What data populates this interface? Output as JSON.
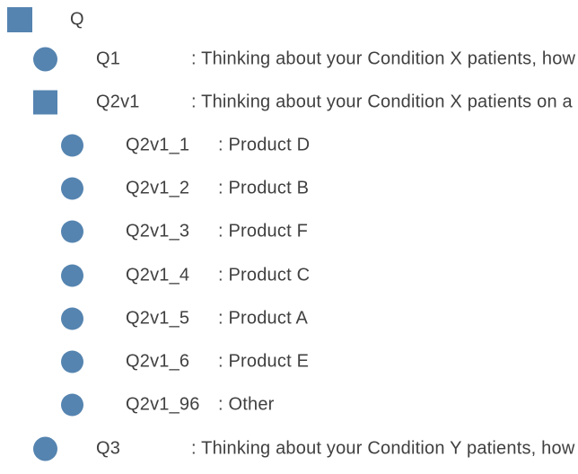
{
  "colors": {
    "icon_blue": "#5584b0",
    "text_gray": "#404040",
    "background": "#ffffff"
  },
  "tree": {
    "items": [
      {
        "name": "Q",
        "label": "Q",
        "description": "",
        "icon": "square",
        "level": 0
      },
      {
        "name": "Q1",
        "label": "Q1",
        "description": ": Thinking about your Condition X patients, how",
        "icon": "circle",
        "level": 1
      },
      {
        "name": "Q2v1",
        "label": "Q2v1",
        "description": ": Thinking about your Condition X patients on a",
        "icon": "square",
        "level": 1
      },
      {
        "name": "Q2v1_1",
        "label": "Q2v1_1",
        "description": ": Product D",
        "icon": "circle",
        "level": 2
      },
      {
        "name": "Q2v1_2",
        "label": "Q2v1_2",
        "description": ": Product B",
        "icon": "circle",
        "level": 2
      },
      {
        "name": "Q2v1_3",
        "label": "Q2v1_3",
        "description": ": Product F",
        "icon": "circle",
        "level": 2
      },
      {
        "name": "Q2v1_4",
        "label": "Q2v1_4",
        "description": ": Product C",
        "icon": "circle",
        "level": 2
      },
      {
        "name": "Q2v1_5",
        "label": "Q2v1_5",
        "description": ": Product A",
        "icon": "circle",
        "level": 2
      },
      {
        "name": "Q2v1_6",
        "label": "Q2v1_6",
        "description": ": Product E",
        "icon": "circle",
        "level": 2
      },
      {
        "name": "Q2v1_96",
        "label": "Q2v1_96",
        "description": ": Other",
        "icon": "circle",
        "level": 2
      },
      {
        "name": "Q3",
        "label": "Q3",
        "description": ": Thinking about your Condition Y patients, how",
        "icon": "circle",
        "level": 1
      }
    ]
  }
}
